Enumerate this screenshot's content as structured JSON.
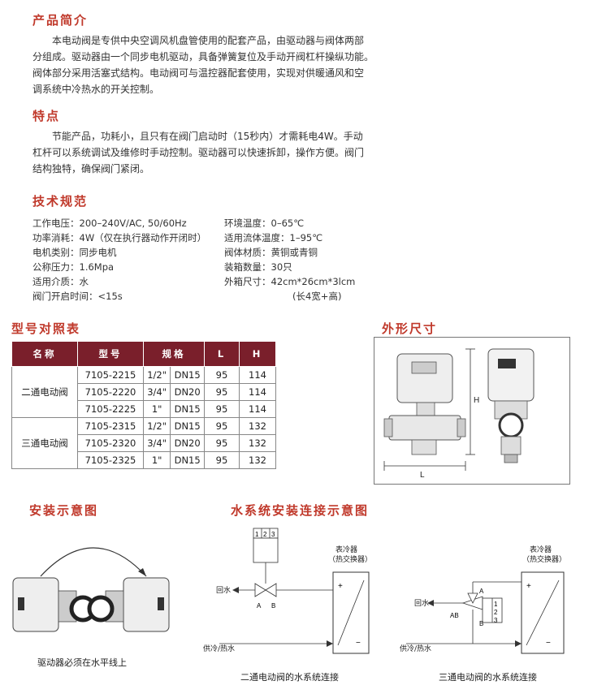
{
  "intro": {
    "heading": "产品简介",
    "lines": [
      "本电动阀是专供中央空调风机盘管使用的配套产品，由驱动器与阀体两部",
      "分组成。驱动器由一个同步电机驱动，具备弹簧复位及手动开阀杠杆操纵功能。",
      "阀体部分采用活塞式结构。电动阀可与温控器配套使用，实现对供暖通风和空",
      "调系统中冷热水的开关控制。"
    ]
  },
  "features": {
    "heading": "特点",
    "lines": [
      "节能产品，功耗小，且只有在阀门启动时（15秒内）才需耗电4W。手动",
      "杠杆可以系统调试及维修时手动控制。驱动器可以快速拆卸，操作方便。阀门",
      "结构独特，确保阀门紧闭。"
    ]
  },
  "specs": {
    "heading": "技术规范",
    "left": [
      "工作电压：200–240V/AC, 50/60Hz",
      "功率消耗：4W（仅在执行器动作开闭时）",
      "电机类别：同步电机",
      "公称压力：1.6Mpa",
      "适用介质：水",
      "阀门开启时间：<15s"
    ],
    "right": [
      "环境温度：0–65℃",
      "适用流体温度：1–95℃",
      "阀体材质：黄铜或青铜",
      "装箱数量：30只",
      "外箱尺寸：42cm*26cm*3lcm",
      "(长4宽+高)"
    ]
  },
  "model_table": {
    "heading": "型号对照表",
    "headers": [
      "名称",
      "型号",
      "规格",
      "L",
      "H"
    ],
    "groups": [
      {
        "name": "二通电动阀",
        "rows": [
          [
            "7105-2215",
            "1/2\"",
            "DN15",
            "95",
            "114"
          ],
          [
            "7105-2220",
            "3/4\"",
            "DN20",
            "95",
            "114"
          ],
          [
            "7105-2225",
            "1\"",
            "DN15",
            "95",
            "114"
          ]
        ]
      },
      {
        "name": "三通电动阀",
        "rows": [
          [
            "7105-2315",
            "1/2\"",
            "DN15",
            "95",
            "132"
          ],
          [
            "7105-2320",
            "3/4\"",
            "DN20",
            "95",
            "132"
          ],
          [
            "7105-2325",
            "1\"",
            "DN15",
            "95",
            "132"
          ]
        ]
      }
    ]
  },
  "dimensions": {
    "heading": "外形尺寸",
    "h_label": "H",
    "l_label": "L"
  },
  "install": {
    "heading": "安装示意图",
    "caption": "驱动器必须在水平线上"
  },
  "water": {
    "heading": "水系统安装连接示意图",
    "coil_label": "表冷器",
    "coil_sublabel": "（热交换器）",
    "return_label": "回水",
    "supply_label": "供冷/热水",
    "port_a": "A",
    "port_b": "B",
    "port_ab": "AB",
    "terminals": [
      "1",
      "2",
      "3"
    ],
    "plus": "+",
    "minus": "−",
    "two_way_caption": "二通电动阀的水系统连接",
    "three_way_caption": "三通电动阀的水系统连接"
  }
}
